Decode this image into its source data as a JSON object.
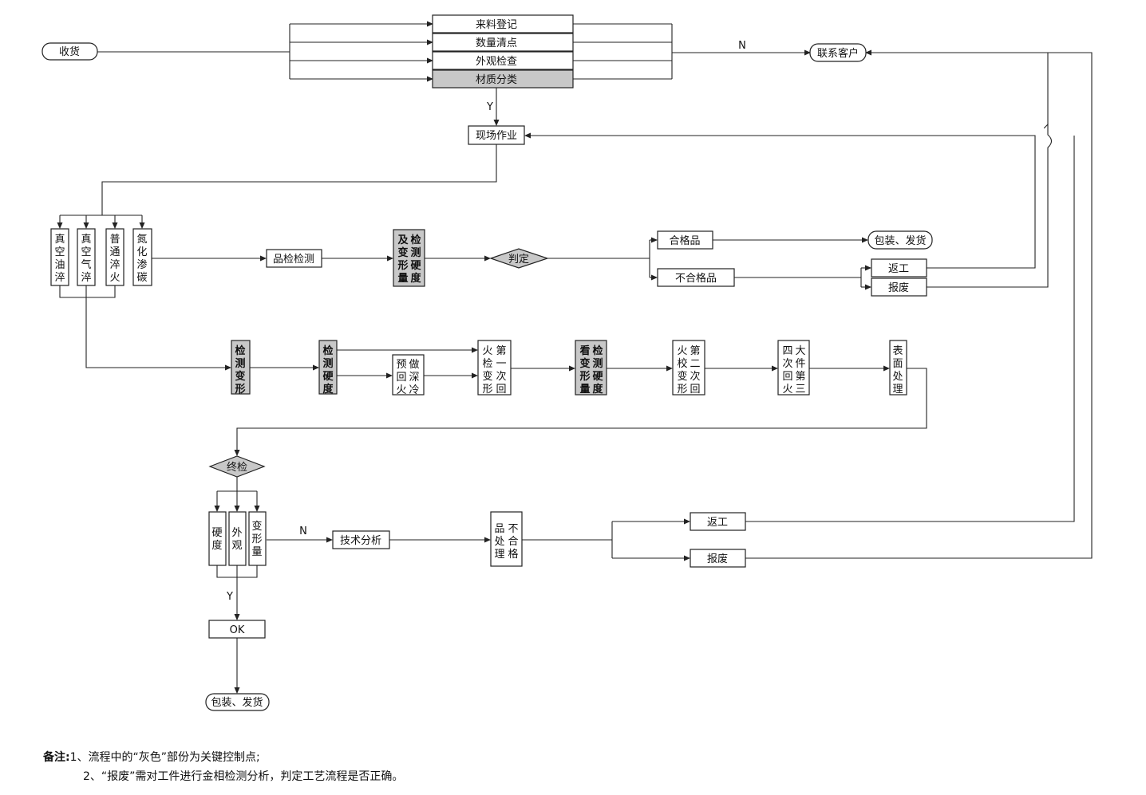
{
  "nodes": {
    "receive": "收货",
    "reg": "来料登记",
    "count": "数量清点",
    "appearance": "外观检查",
    "material": "材质分类",
    "contact": "联系客户",
    "onsite": "现场作业",
    "vac_oil": [
      "真",
      "空",
      "油",
      "淬"
    ],
    "vac_gas": [
      "真",
      "空",
      "气",
      "淬"
    ],
    "normal": [
      "普",
      "通",
      "淬",
      "火"
    ],
    "nitride": [
      "氮",
      "化",
      "渗",
      "碳"
    ],
    "inspect": "品检检测",
    "hard_def": [
      [
        "及",
        "检"
      ],
      [
        "变",
        "测"
      ],
      [
        "形",
        "硬"
      ],
      [
        "量",
        "度"
      ]
    ],
    "judge": "判定",
    "pass": "合格品",
    "fail": "不合格品",
    "pack1": "包装、发货",
    "rework1": "返工",
    "scrap1": "报废",
    "det_def": [
      "检",
      "测",
      "变",
      "形"
    ],
    "det_hard": [
      "检",
      "测",
      "硬",
      "度"
    ],
    "preheat": [
      [
        "预",
        "做"
      ],
      [
        "回",
        "深"
      ],
      [
        "火",
        "冷"
      ]
    ],
    "temper1": [
      [
        "火",
        "第"
      ],
      [
        "检",
        "一"
      ],
      [
        "变",
        "次"
      ],
      [
        "形",
        "回"
      ]
    ],
    "check_def": [
      [
        "看",
        "检"
      ],
      [
        "变",
        "测"
      ],
      [
        "形",
        "硬"
      ],
      [
        "量",
        "度"
      ]
    ],
    "temper2": [
      [
        "火",
        "第"
      ],
      [
        "校",
        "二"
      ],
      [
        "变",
        "次"
      ],
      [
        "形",
        "回"
      ]
    ],
    "temper3": [
      [
        "四",
        "大"
      ],
      [
        "次",
        "件"
      ],
      [
        "回",
        "第"
      ],
      [
        "火",
        "三"
      ]
    ],
    "surface": [
      "表",
      "面",
      "处",
      "理"
    ],
    "final": "终检",
    "hardness": [
      "硬",
      "度"
    ],
    "visual": [
      "外",
      "观"
    ],
    "deform": [
      "变",
      "形",
      "量"
    ],
    "tech": "技术分析",
    "nonconf": [
      [
        "品",
        "不"
      ],
      [
        "处",
        "合"
      ],
      [
        "理",
        "格"
      ]
    ],
    "rework2": "返工",
    "scrap2": "报废",
    "ok": "OK",
    "pack2": "包装、发货"
  },
  "edge_labels": {
    "n1": "N",
    "y1": "Y",
    "n2": "N",
    "y2": "Y"
  },
  "notes": {
    "label": "备注:",
    "line1": "1、流程中的“灰色”部份为关键控制点;",
    "line2": "2、“报废”需对工件进行金相检测分析，判定工艺流程是否正确。"
  },
  "colors": {
    "key_control": "#c8c8c8",
    "line": "#222222"
  }
}
